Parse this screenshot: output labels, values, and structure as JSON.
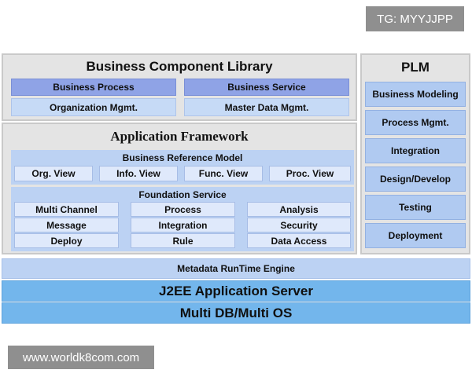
{
  "watermark_top": "TG: MYYJJPP",
  "watermark_bottom": "www.worldk8com.com",
  "business_component_library": {
    "title": "Business Component Library",
    "row1": [
      "Business Process",
      "Business Service"
    ],
    "row2": [
      "Organization Mgmt.",
      "Master Data Mgmt."
    ]
  },
  "application_framework": {
    "title": "Application Framework",
    "reference_model": {
      "title": "Business Reference Model",
      "views": [
        "Org. View",
        "Info. View",
        "Func. View",
        "Proc. View"
      ]
    },
    "foundation_service": {
      "title": "Foundation Service",
      "col1": [
        "Multi Channel",
        "Message",
        "Deploy"
      ],
      "col2": [
        "Process",
        "Integration",
        "Rule"
      ],
      "col3": [
        "Analysis",
        "Security",
        "Data Access"
      ]
    }
  },
  "plm": {
    "title": "PLM",
    "items": [
      "Business Modeling",
      "Process Mgmt.",
      "Integration",
      "Design/Develop",
      "Testing",
      "Deployment"
    ]
  },
  "layers": {
    "metadata": "Metadata RunTime Engine",
    "server": "J2EE Application Server",
    "db": "Multi DB/Multi OS"
  }
}
